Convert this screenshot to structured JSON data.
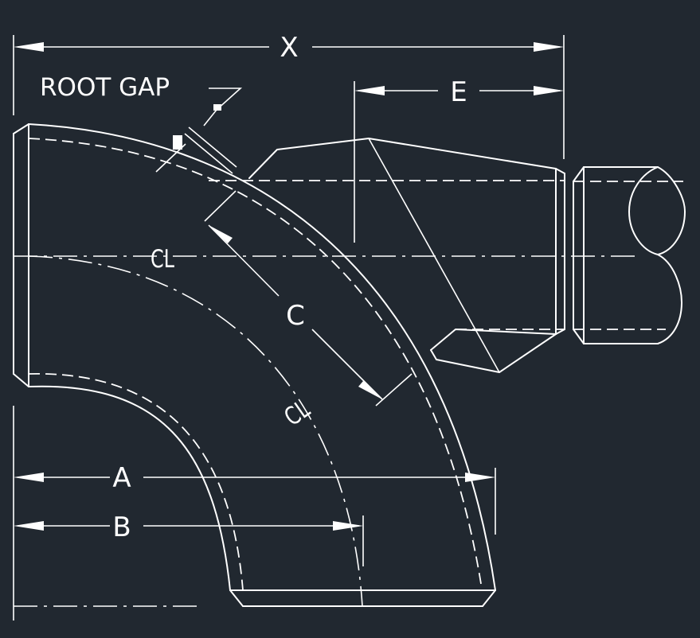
{
  "labels": {
    "x": "X",
    "e": "E",
    "root_gap": "ROOT GAP",
    "c": "C",
    "a": "A",
    "b": "B",
    "centerline_1": "CL",
    "centerline_2": "CL"
  },
  "colors": {
    "background": "#212830",
    "line": "#ffffff"
  }
}
